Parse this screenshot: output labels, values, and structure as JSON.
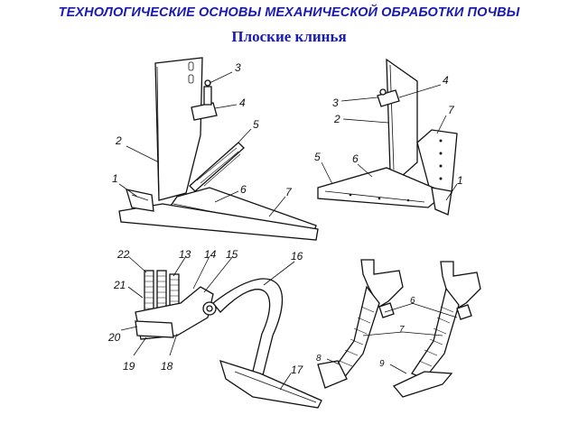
{
  "header": {
    "title": "ТЕХНОЛОГИЧЕСКИЕ ОСНОВЫ МЕХАНИЧЕСКОЙ ОБРАБОТКИ ПОЧВЫ",
    "subtitle": "Плоские клинья"
  },
  "figure_a": {
    "labels": [
      "3",
      "4",
      "5",
      "2",
      "6",
      "1",
      "7"
    ]
  },
  "figure_b": {
    "labels": [
      "4",
      "3",
      "2",
      "7",
      "5",
      "6",
      "1"
    ]
  },
  "figure_c": {
    "labels": [
      "22",
      "13",
      "14",
      "15",
      "16",
      "21",
      "20",
      "19",
      "18",
      "17"
    ]
  },
  "figure_d": {
    "labels": [
      "6",
      "7",
      "8",
      "9"
    ]
  },
  "colors": {
    "title": "#1a1ab0",
    "ink": "#111111"
  }
}
